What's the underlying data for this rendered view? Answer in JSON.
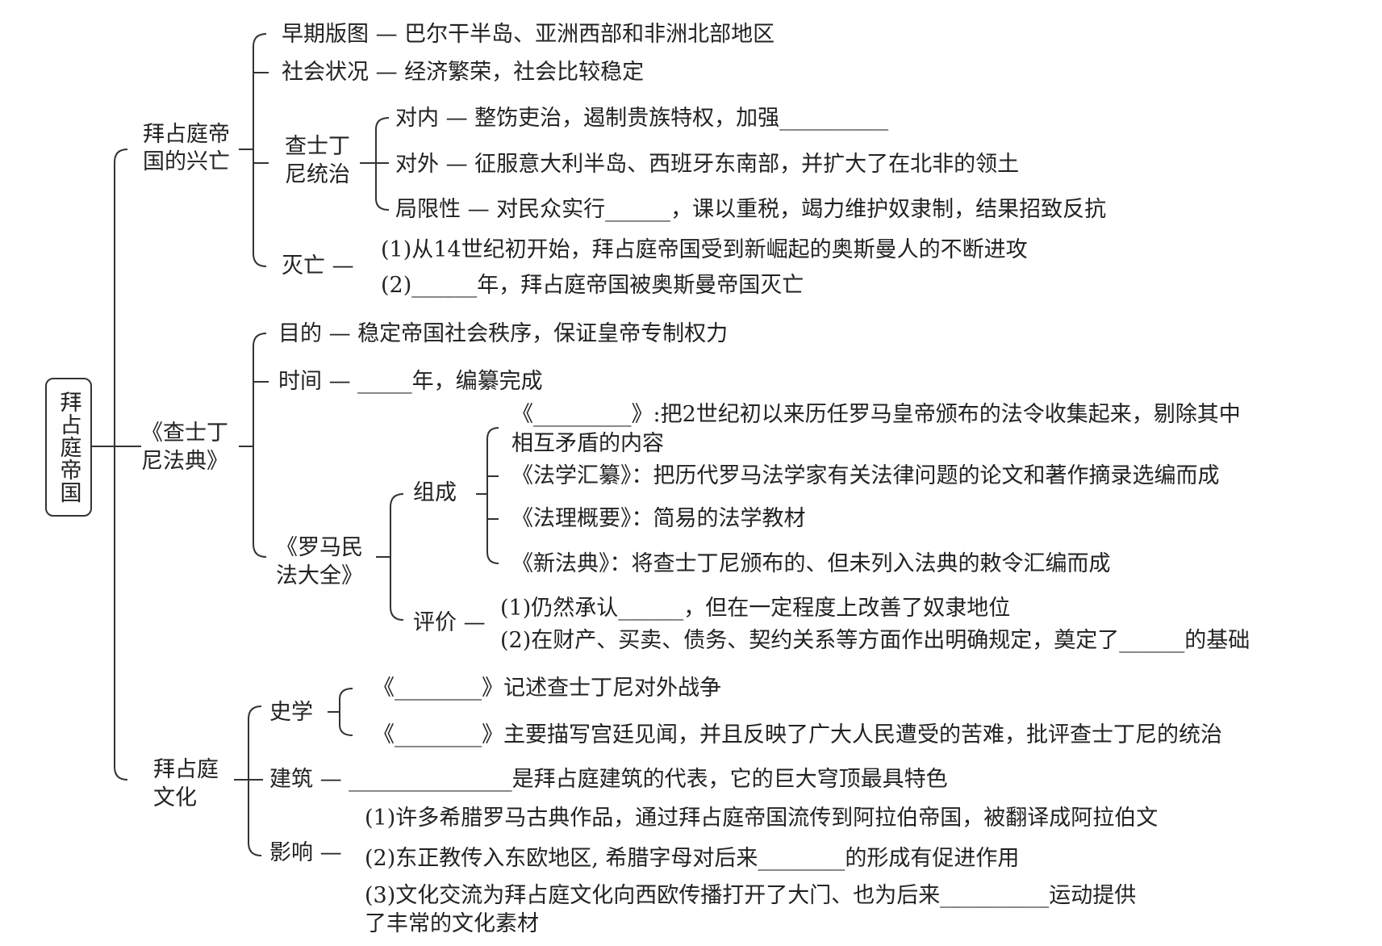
{
  "root": "拜占庭帝国",
  "b1": {
    "label_l1": "拜占庭帝",
    "label_l2": "国的兴亡",
    "early": "早期版图 — 巴尔干半岛、亚洲西部和非洲北部地区",
    "society": "社会状况 — 经济繁荣，社会比较稳定",
    "justinian_l1": "查士丁",
    "justinian_l2": "尼统治",
    "domestic": "对内 — 整饬吏治，遏制贵族特权，加强__________",
    "foreign": "对外 — 征服意大利半岛、西班牙东南部，并扩大了在北非的领土",
    "limits": "局限性 — 对民众实行______，课以重税，竭力维护奴隶制，结果招致反抗",
    "fall": "灭亡 —",
    "fall_1": "(1)从14世纪初开始，拜占庭帝国受到新崛起的奥斯曼人的不断进攻",
    "fall_2": "(2)______年，拜占庭帝国被奥斯曼帝国灭亡"
  },
  "b2": {
    "label_l1": "《查士丁",
    "label_l2": "尼法典》",
    "purpose": "目的 — 稳定帝国社会秩序，保证皇帝专制权力",
    "time": "时间 — _____年，编纂完成",
    "corpus_l1": "《罗马民",
    "corpus_l2": "法大全》",
    "composition": "组成",
    "comp_1a": "《_________》:把2世纪初以来历任罗马皇帝颁布的法令收集起来，剔除其中",
    "comp_1b": "相互矛盾的内容",
    "comp_2": "《法学汇纂》：把历代罗马法学家有关法律问题的论文和著作摘录选编而成",
    "comp_3": "《法理概要》：简易的法学教材",
    "comp_4": "《新法典》：将查士丁尼颁布的、但未列入法典的敕令汇编而成",
    "evaluation": "评价 —",
    "eval_1": "(1)仍然承认______，但在一定程度上改善了奴隶地位",
    "eval_2": "(2)在财产、买卖、债务、契约关系等方面作出明确规定，奠定了______的基础"
  },
  "b3": {
    "label_l1": "拜占庭",
    "label_l2": "文化",
    "history": "史学",
    "hist_1": "《________》记述查士丁尼对外战争",
    "hist_2": "《________》主要描写宫廷见闻，并且反映了广大人民遭受的苦难，批评查士丁尼的统治",
    "architecture": "建筑 — _______________是拜占庭建筑的代表，它的巨大穹顶最具特色",
    "influence": "影响 —",
    "inf_1": "(1)许多希腊罗马古典作品，通过拜占庭帝国流传到阿拉伯帝国，被翻译成阿拉伯文",
    "inf_2": "(2)东正教传入东欧地区, 希腊字母对后来________的形成有促进作用",
    "inf_3a": "(3)文化交流为拜占庭文化向西欧传播打开了大门、也为后来__________运动提供",
    "inf_3b": "了丰常的文化素材"
  }
}
